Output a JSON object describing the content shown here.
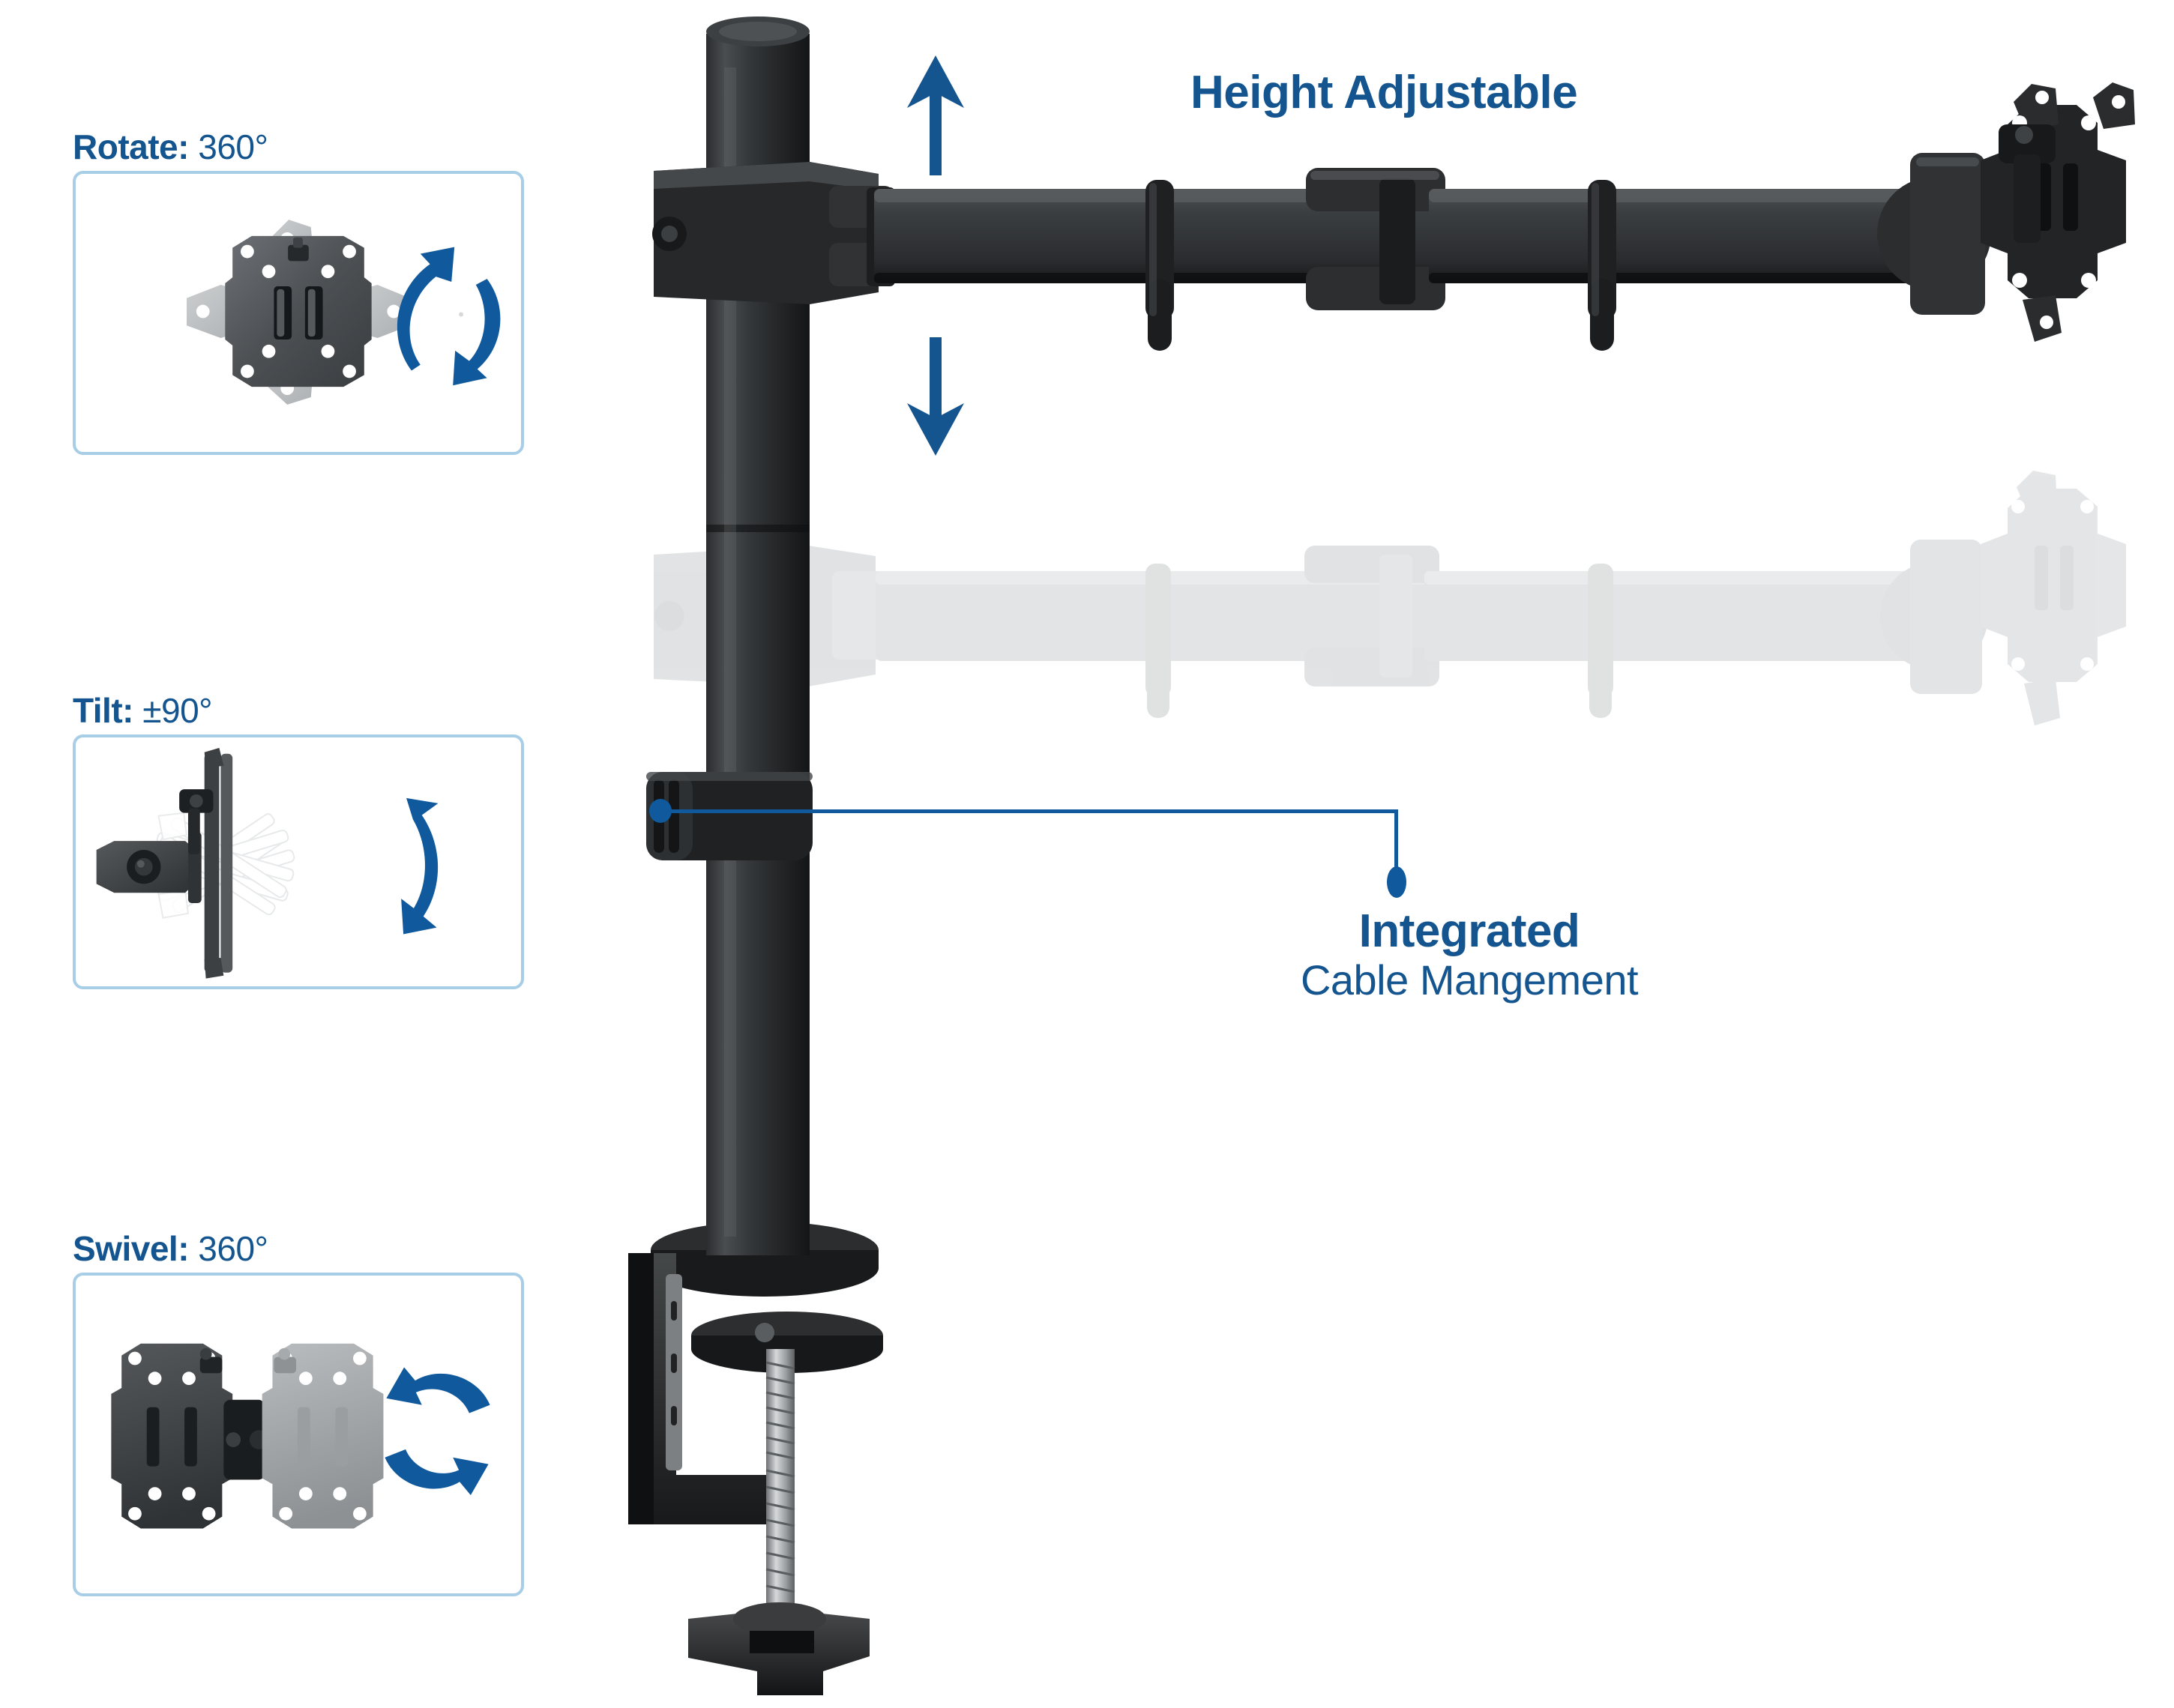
{
  "page": {
    "background": "#ffffff",
    "accent_blue": "#14558f",
    "leader_blue": "#10599c",
    "panel_border": "#a7cde7",
    "hardware_black": "#2b2b2b",
    "ghost_grey": "#c9cbcd"
  },
  "features": [
    {
      "id": "rotate",
      "label_bold": "Rotate:",
      "label_value": " 360°",
      "icon": "vesa-plate-rotation-diagram",
      "arrow": "circular-double-arrow"
    },
    {
      "id": "tilt",
      "label_bold": "Tilt:",
      "label_value": " ±90°",
      "icon": "vesa-plate-tilt-diagram",
      "arrow": "curved-double-arrow-vertical"
    },
    {
      "id": "swivel",
      "label_bold": "Swivel:",
      "label_value": " 360°",
      "icon": "vesa-plate-swivel-diagram",
      "arrow": "swivel-double-arrow-horizontal"
    }
  ],
  "hero": {
    "height_label": "Height Adjustable",
    "up_arrow": "arrow-up",
    "down_arrow": "arrow-down",
    "cable_label_line1": "Integrated",
    "cable_label_line2": "Cable Mangement",
    "product": "single-monitor-desk-mount-arm",
    "ghost_product": "ghosted-lowered-arm-position"
  }
}
